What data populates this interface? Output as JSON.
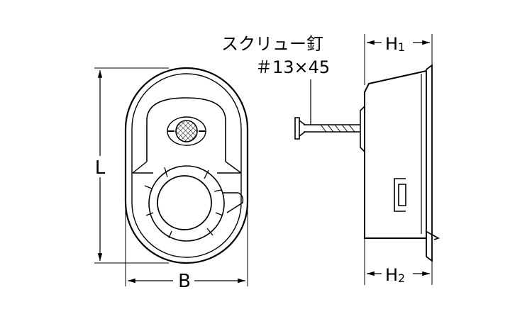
{
  "labels": {
    "screw_name": "スクリュー釘",
    "screw_spec": "＃13×45",
    "dim_L": "L",
    "dim_B": "B",
    "dim_H1_main": "H",
    "dim_H1_sub": "1",
    "dim_H2_main": "H",
    "dim_H2_sub": "2"
  }
}
